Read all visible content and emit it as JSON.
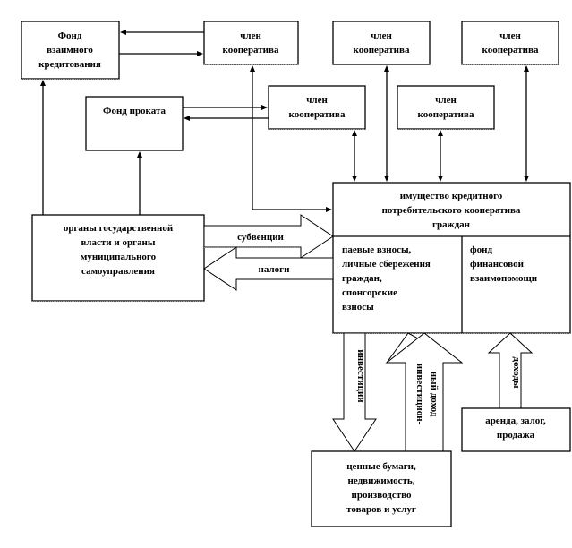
{
  "diagram": {
    "nodes": {
      "mutual_credit_fund": {
        "lines": [
          "Фонд",
          "взаимного",
          "кредитования"
        ]
      },
      "rental_fund": {
        "lines": [
          "Фонд проката"
        ]
      },
      "member1": {
        "lines": [
          "член",
          "кооператива"
        ]
      },
      "member2": {
        "lines": [
          "член",
          "кооператива"
        ]
      },
      "member3": {
        "lines": [
          "член",
          "кооператива"
        ]
      },
      "member4": {
        "lines": [
          "член",
          "кооператива"
        ]
      },
      "member5": {
        "lines": [
          "член",
          "кооператива"
        ]
      },
      "government": {
        "lines": [
          "органы государственной",
          "власти и органы",
          "муниципального",
          "самоуправления"
        ]
      },
      "property": {
        "title_lines": [
          "имущество кредитного",
          "потребительского кооператива",
          "граждан"
        ],
        "left_lines": [
          "паевые взносы,",
          "личные сбережения",
          "граждан,",
          "спонсорские",
          "взносы"
        ],
        "right_lines": [
          "фонд",
          "финансовой",
          "взаимопомощи"
        ]
      },
      "securities": {
        "lines": [
          "ценные бумаги,",
          "недвижимость,",
          "производство",
          "товаров и услуг"
        ]
      },
      "rent": {
        "lines": [
          "аренда, залог,",
          "продажа"
        ]
      }
    },
    "flows": {
      "subsidies": "субвенции",
      "taxes": "налоги",
      "investments": "инвестиции",
      "investment_income": [
        "инвестицион-",
        "ный доход"
      ],
      "income": "доходы"
    }
  }
}
